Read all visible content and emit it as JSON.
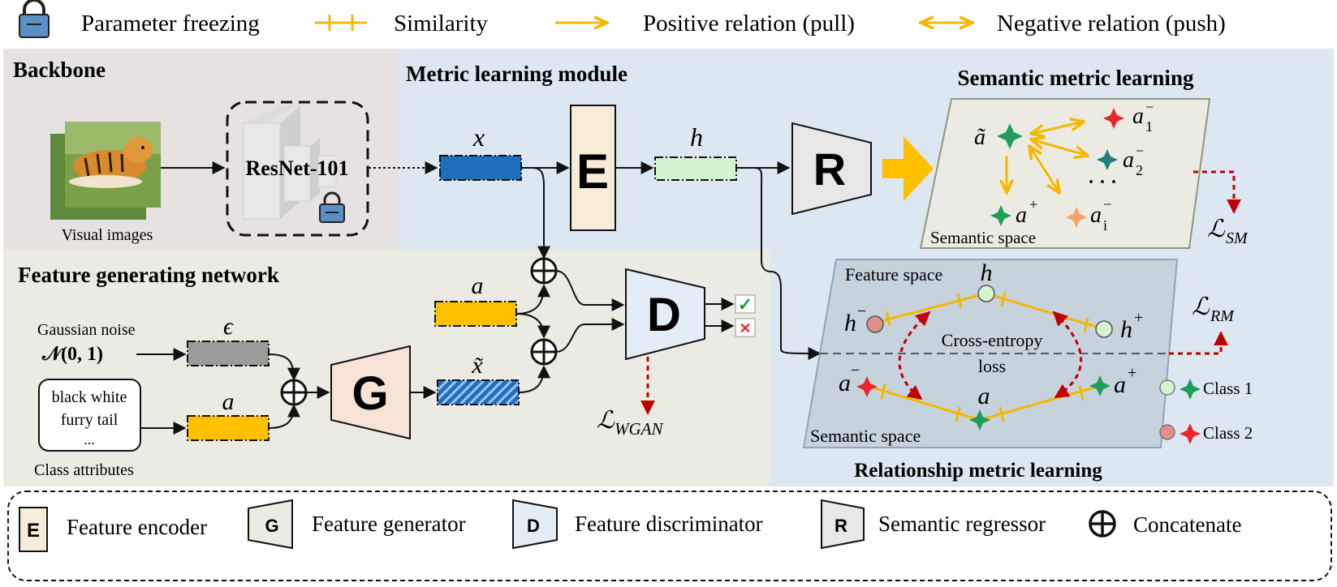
{
  "legend_top": {
    "freeze": "Parameter freezing",
    "similarity": "Similarity",
    "positive": "Positive relation (pull)",
    "negative": "Negative relation (push)"
  },
  "backbone": {
    "title": "Backbone",
    "resnet": "ResNet-101",
    "images_caption": "Visual images"
  },
  "metric": {
    "title": "Metric learning module",
    "x": "x",
    "encoder": "E",
    "h": "h",
    "regressor": "R"
  },
  "semantic": {
    "title": "Semantic metric learning",
    "a_tilde": "ã",
    "a_plus": "a",
    "a1": "a",
    "a2": "a",
    "ai": "a",
    "sup_minus": "−",
    "sup_plus": "+",
    "sub_1": "1",
    "sub_2": "2",
    "sub_i": "i",
    "dots": "· · ·",
    "space_label": "Semantic space",
    "loss": "ℒ",
    "loss_sub": "SM"
  },
  "fgn": {
    "title": "Feature generating network",
    "noise_label": "Gaussian noise",
    "noise_dist": "𝒩(0,  1)",
    "epsilon": "ϵ",
    "attr_lines": [
      "black white",
      "furry tail",
      "..."
    ],
    "attr_caption": "Class attributes",
    "a_input": "a",
    "generator": "G",
    "a_top": "a",
    "x_tilde": "x̃",
    "discriminator": "D",
    "real": "✓",
    "fake": "✕",
    "loss": "ℒ",
    "loss_sub": "WGAN"
  },
  "relation": {
    "feature_space": "Feature space",
    "semantic_space": "Semantic space",
    "h": "h",
    "h_minus": "h",
    "h_plus": "h",
    "a": "a",
    "a_minus": "a",
    "a_plus": "a",
    "sup_minus": "−",
    "sup_plus": "+",
    "ce_line1": "Cross-entropy",
    "ce_line2": "loss",
    "loss": "ℒ",
    "loss_sub": "RM",
    "title": "Relationship metric learning",
    "class1": "Class 1",
    "class2": "Class 2"
  },
  "legend_bottom": {
    "encoder_letter": "E",
    "encoder": "Feature encoder",
    "generator_letter": "G",
    "generator": "Feature generator",
    "discriminator_letter": "D",
    "discriminator": "Feature discriminator",
    "regressor_letter": "R",
    "regressor": "Semantic regressor",
    "concat": "Concatenate"
  },
  "colors": {
    "backbone_bg": "#e6e2e1",
    "metric_bg": "#dce7f2",
    "fgn_bg": "#ebebe3",
    "encoder_fill": "#f6ecd8",
    "generator_fill": "#f7e2d6",
    "discriminator_fill": "#e4ecf6",
    "regressor_fill": "#e8e6e6",
    "x_blue": "#1f6fbf",
    "h_green": "#d6f3cf",
    "a_yellow": "#ffc000",
    "eps_gray": "#9b9b9b",
    "arrow_orange": "#f5b800",
    "loss_red": "#c00000",
    "green_star": "#1e9e5a",
    "red_star": "#e8262b"
  }
}
